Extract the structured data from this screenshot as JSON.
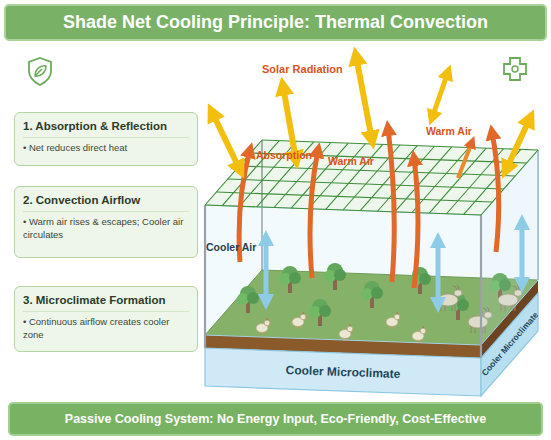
{
  "diagram": {
    "title": "Shade Net Cooling Principle: Thermal Convection",
    "caption": "Passive Cooling System: No Energy Input, Eco-Friendly, Cost-Effective",
    "nodes": [
      {
        "text": [
          "1. Absorption & Reflection",
          "• Net reduces direct heat"
        ]
      },
      {
        "text": [
          "2. Convection Airflow",
          "• Warm air rises & escapes; Cooler air circulates"
        ]
      },
      {
        "text": [
          "3. Microclimate Formation",
          "• Continuous airflow creates cooler zone"
        ]
      }
    ],
    "labels": [
      "Solar Radiation",
      "Absorption",
      "Warm Air",
      "Warm Air",
      "Cooler Air",
      "Cooler Microclimate",
      "Cooler Microclimate"
    ]
  }
}
